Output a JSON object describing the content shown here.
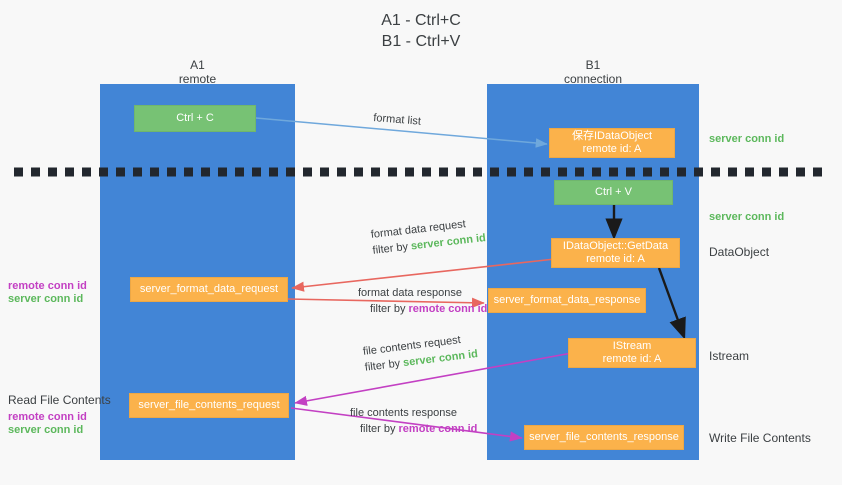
{
  "title": "A1 - Ctrl+C\nB1 - Ctrl+V",
  "columns": {
    "left": {
      "name": "A1",
      "role": "remote",
      "label": "A1\nremote"
    },
    "right": {
      "name": "B1",
      "role": "connection",
      "label": "B1\nconnection"
    }
  },
  "colors": {
    "lane": "#4285d6",
    "box_green": "#77c274",
    "box_orange": "#fbb24b",
    "server_conn_id": "#5cb85c",
    "remote_conn_id": "#c340c3",
    "arrow_blue": "#6fa8dc",
    "arrow_red": "#e8675f",
    "arrow_magenta": "#c340c3",
    "arrow_black": "#1a1a1a",
    "divider": "#22272e",
    "background": "#f8f8f8"
  },
  "nodes": {
    "ctrl_c": "Ctrl + C",
    "ctrl_v": "Ctrl + V",
    "save_idataobject": "保存IDataObject\nremote id: A",
    "idataobject_getdata": "IDataObject::GetData\nremote id: A",
    "istream": "IStream\nremote id: A",
    "server_format_data_request": "server_format_data_request",
    "server_format_data_response": "server_format_data_response",
    "server_file_contents_request": "server_file_contents_request",
    "server_file_contents_response": "server_file_contents_response"
  },
  "edges": {
    "format_list": "format list",
    "format_data_request": "format data request",
    "format_data_request_filter_prefix": "filter by ",
    "format_data_request_filter_value": "server conn id",
    "format_data_response": "format data response",
    "format_data_response_filter_prefix": "filter by ",
    "format_data_response_filter_value": "remote conn id",
    "file_contents_request": "file contents request",
    "file_contents_request_filter_prefix": "filter by ",
    "file_contents_request_filter_value": "server conn id",
    "file_contents_response": "file contents response",
    "file_contents_response_filter_prefix": "filter by ",
    "file_contents_response_filter_value": "remote conn id"
  },
  "annotations": {
    "right_server_conn_id_top": "server conn id",
    "right_server_conn_id_mid": "server conn id",
    "right_dataobject": "DataObject",
    "right_istream": "Istream",
    "right_write_file_contents": "Write File Contents",
    "left_remote_conn_id_mid": "remote conn id",
    "left_server_conn_id_mid": "server conn id",
    "left_read_file_contents": "Read File Contents",
    "left_remote_conn_id_bottom": "remote conn id",
    "left_server_conn_id_bottom": "server conn id"
  }
}
